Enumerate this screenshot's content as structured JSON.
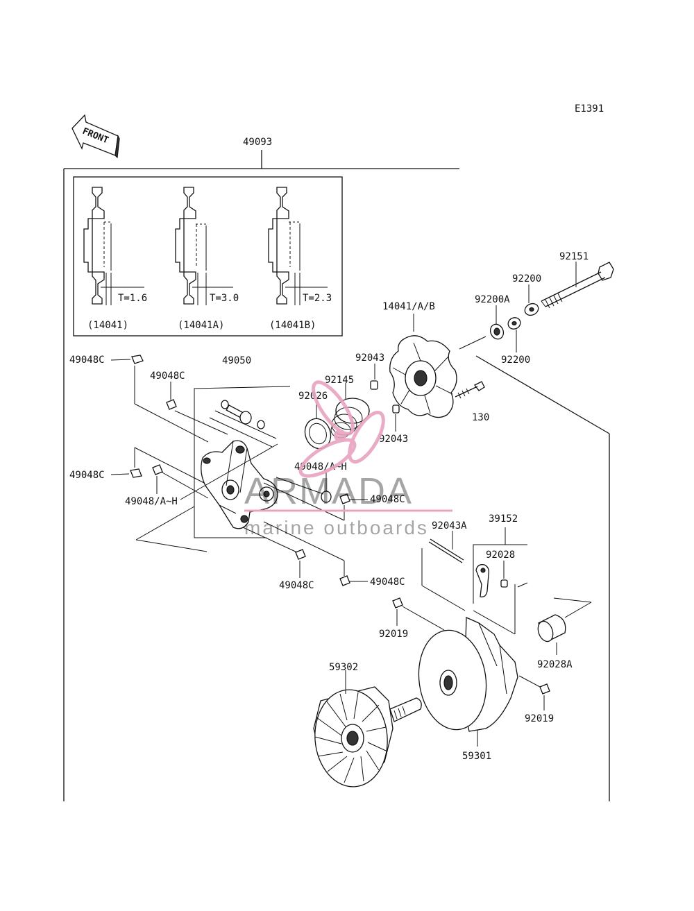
{
  "header": {
    "diagram_code": "E1391",
    "front_label": "FRONT"
  },
  "assembly": {
    "main_part": "49093"
  },
  "inset": {
    "variants": [
      {
        "thickness": "T=1.6",
        "part": "(14041)"
      },
      {
        "thickness": "T=3.0",
        "part": "(14041A)"
      },
      {
        "thickness": "T=2.3",
        "part": "(14041B)"
      }
    ]
  },
  "labels": {
    "p92151": "92151",
    "p92200_top": "92200",
    "p92200a": "92200A",
    "p92200_bot": "92200",
    "p14041ab": "14041/A/B",
    "p92043_top": "92043",
    "p92145": "92145",
    "p92026": "92026",
    "p92043_bot": "92043",
    "p130": "130",
    "p49050": "49050",
    "p49048c_1": "49048C",
    "p49048c_2": "49048C",
    "p49048c_3": "49048C",
    "p49048ah_1": "49048/A~H",
    "p49048ah_2": "49048/A~H",
    "p49048c_4": "49048C",
    "p49048c_5": "49048C",
    "p49048c_6": "49048C",
    "p92043a": "92043A",
    "p39152": "39152",
    "p92028": "92028",
    "p92019_1": "92019",
    "p92028a": "92028A",
    "p59302": "59302",
    "p92019_2": "92019",
    "p59301": "59301"
  },
  "watermark": {
    "brand": "ARMADA",
    "tagline": "marine outboards",
    "accent_color": "#e8a3c0"
  }
}
